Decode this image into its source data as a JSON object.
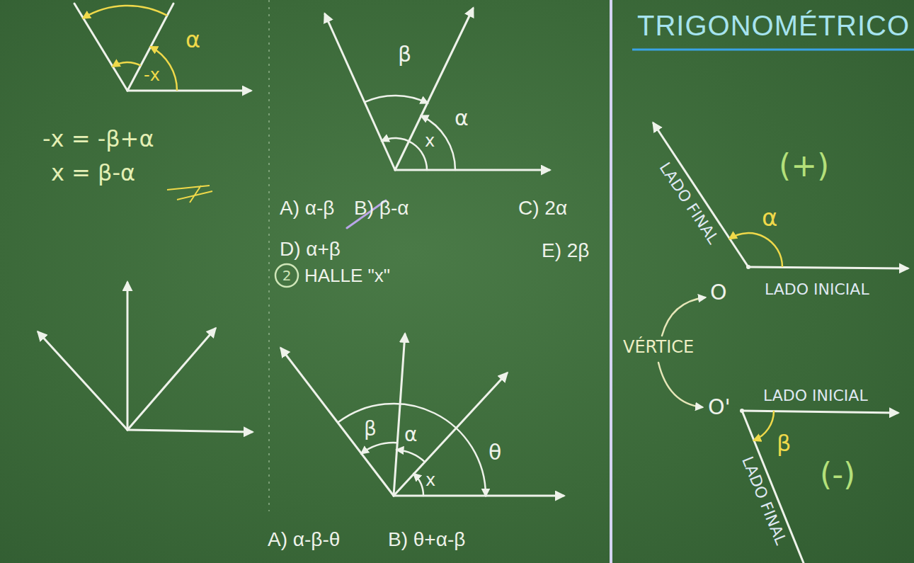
{
  "diagram": {
    "title": "TRIGONOMÉTRICO",
    "labels": [
      "α",
      "-x",
      "-x = -β+α",
      "x = β-α",
      "β",
      "α",
      "x",
      "A) α-β",
      "B) β-α",
      "C) 2α",
      "D) α+β",
      "E) 2β",
      "2",
      "HALLE \"x\"",
      "β",
      "α",
      "θ",
      "x",
      "A) α-β-θ",
      "B) θ+α-β",
      "(+)",
      "LADO FINAL",
      "α",
      "O",
      "LADO INICIAL",
      "VÉRTICE",
      "O'",
      "LADO INICIAL",
      "β",
      "LADO FINAL",
      "(-)"
    ]
  }
}
